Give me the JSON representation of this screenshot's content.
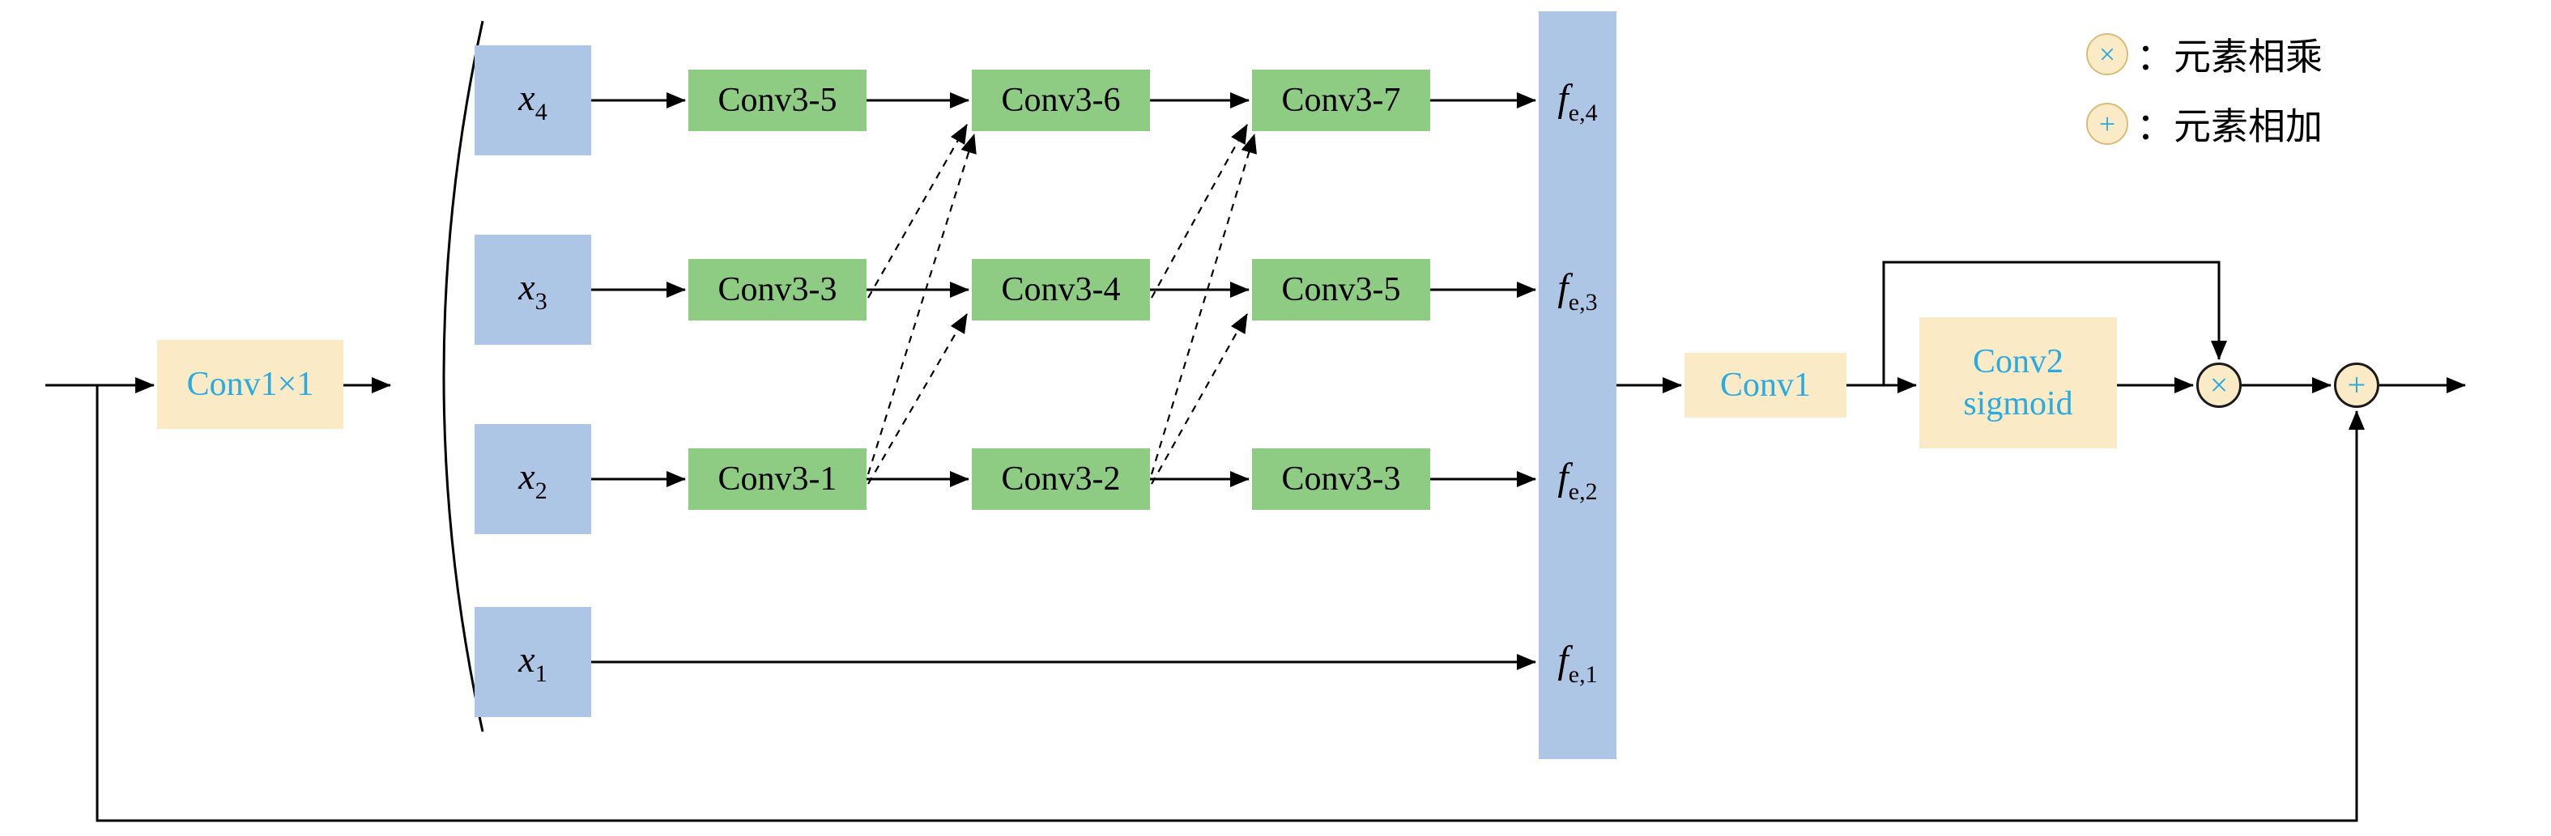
{
  "colors": {
    "box_cream": "#FAEAC6",
    "box_blue": "#AEC6E6",
    "box_green": "#8DCC82",
    "accent_cyan": "#29ABE2",
    "line_black": "#000000"
  },
  "input_block": {
    "label": "Conv1×1"
  },
  "branches": [
    {
      "base": "x",
      "sub": "4"
    },
    {
      "base": "x",
      "sub": "3"
    },
    {
      "base": "x",
      "sub": "2"
    },
    {
      "base": "x",
      "sub": "1"
    }
  ],
  "conv_grid": {
    "rows": [
      {
        "cells": [
          "Conv3-5",
          "Conv3-6",
          "Conv3-7"
        ]
      },
      {
        "cells": [
          "Conv3-3",
          "Conv3-4",
          "Conv3-5"
        ]
      },
      {
        "cells": [
          "Conv3-1",
          "Conv3-2",
          "Conv3-3"
        ]
      }
    ]
  },
  "outputs": [
    {
      "base": "f",
      "sub": "e,4"
    },
    {
      "base": "f",
      "sub": "e,3"
    },
    {
      "base": "f",
      "sub": "e,2"
    },
    {
      "base": "f",
      "sub": "e,1"
    }
  ],
  "fusion": {
    "conv1_label": "Conv1",
    "conv2_line1": "Conv2",
    "conv2_line2": "sigmoid",
    "multiply_symbol": "×",
    "add_symbol": "+"
  },
  "legend": {
    "items": [
      {
        "symbol": "×",
        "label": "：元素相乘"
      },
      {
        "symbol": "+",
        "label": "：元素相加"
      }
    ]
  }
}
